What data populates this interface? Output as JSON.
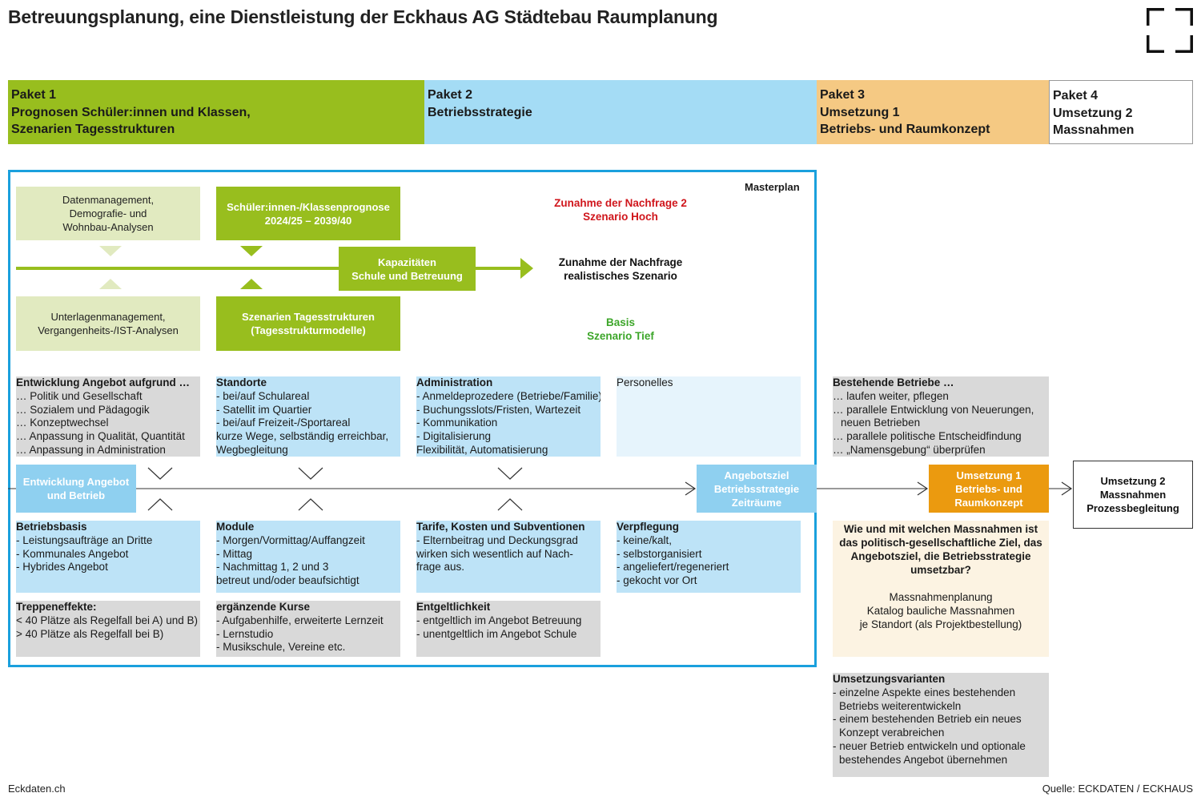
{
  "title": "Betreuungsplanung, eine Dienstleistung der Eckhaus AG Städtebau Raumplanung",
  "pakete": [
    {
      "lines": [
        "Paket 1",
        "Prognosen Schüler:innen und Klassen,",
        "Szenarien Tagesstrukturen"
      ],
      "color": "#98be1e"
    },
    {
      "lines": [
        "Paket 2",
        "Betriebsstrategie"
      ],
      "color": "#a4dcf5"
    },
    {
      "lines": [
        "Paket 3",
        "Umsetzung 1",
        "Betriebs- und Raumkonzept"
      ],
      "color": "#f5c983"
    },
    {
      "lines": [
        "Paket 4",
        "Umsetzung 2",
        "Massnahmen"
      ],
      "color": "#ffffff"
    }
  ],
  "masterplan": {
    "label": "Masterplan",
    "datenmanagement": [
      "Datenmanagement,",
      "Demografie- und",
      "Wohnbau-Analysen"
    ],
    "unterlagenmanagement": [
      "Unterlagenmanagement,",
      "Vergangenheits-/IST-Analysen"
    ],
    "prognose": [
      "Schüler:innen-/Klassenprognose",
      "2024/25 – 2039/40"
    ],
    "szenarien": [
      "Szenarien Tagesstrukturen",
      "(Tagesstrukturmodelle)"
    ],
    "kapazitaeten": [
      "Kapazitäten",
      "Schule und Betreuung"
    ],
    "scenario_high": [
      "Zunahme der Nachfrage 2",
      "Szenario Hoch"
    ],
    "scenario_real": [
      "Zunahme der Nachfrage",
      "realistisches Szenario"
    ],
    "scenario_low": [
      "Basis",
      "Szenario Tief"
    ],
    "colors": {
      "high": "#d0161c",
      "low": "#3da62a",
      "frame": "#1aa0dd"
    }
  },
  "upper_blocks": [
    {
      "heading": "Entwicklung Angebot aufgrund …",
      "lines": [
        "… Politik und Gesellschaft",
        "… Sozialem und Pädagogik",
        "… Konzeptwechsel",
        "… Anpassung in Qualität, Quantität",
        "… Anpassung in Administration"
      ]
    },
    {
      "heading": "Standorte",
      "lines": [
        "- bei/auf Schulareal",
        "- Satellit im Quartier",
        "- bei/auf Freizeit-/Sportareal",
        "kurze Wege, selbständig erreichbar,",
        "Wegbegleitung"
      ]
    },
    {
      "heading": "Administration",
      "lines": [
        "- Anmeldeprozedere (Betriebe/Familie)",
        "- Buchungsslots/Fristen, Wartezeit",
        "- Kommunikation",
        "- Digitalisierung",
        "Flexibilität, Automatisierung"
      ]
    },
    {
      "heading": "",
      "lines": [
        "Personelles"
      ]
    },
    {
      "heading": "Bestehende Betriebe …",
      "lines": [
        "… laufen weiter, pflegen",
        "… parallele Entwicklung von Neuerungen,",
        "     neuen Betrieben",
        "… parallele politische Entscheidfindung",
        "… „Namensgebung“ überprüfen"
      ]
    }
  ],
  "flow": {
    "entwicklung": [
      "Entwicklung Angebot",
      "und Betrieb"
    ],
    "angebotsziel": [
      "Angebotsziel",
      "Betriebsstrategie",
      "Zeiträume"
    ],
    "umsetzung1": [
      "Umsetzung 1",
      "Betriebs- und",
      "Raumkonzept"
    ],
    "umsetzung2": [
      "Umsetzung 2",
      "Massnahmen",
      "Prozessbegleitung"
    ]
  },
  "lower_blocks": [
    {
      "heading": "Betriebsbasis",
      "lines": [
        "- Leistungsaufträge an Dritte",
        "- Kommunales Angebot",
        "- Hybrides Angebot"
      ]
    },
    {
      "heading": "Module",
      "lines": [
        "- Morgen/Vormittag/Auffangzeit",
        "- Mittag",
        "- Nachmittag 1, 2 und 3",
        "betreut und/oder beaufsichtigt"
      ]
    },
    {
      "heading": "Tarife, Kosten und Subventionen",
      "lines": [
        "- Elternbeitrag und Deckungsgrad",
        "wirken sich wesentlich auf Nach-",
        "frage aus."
      ]
    },
    {
      "heading": "Verpflegung",
      "lines": [
        "- keine/kalt,",
        "- selbstorganisiert",
        "- angeliefert/regeneriert",
        "- gekocht vor Ort"
      ]
    }
  ],
  "bottom_blocks": [
    {
      "heading": "Treppeneffekte:",
      "lines": [
        "< 40 Plätze als Regelfall bei A) und B)",
        "> 40 Plätze als Regelfall bei B)"
      ]
    },
    {
      "heading": "ergänzende Kurse",
      "lines": [
        "- Aufgabenhilfe, erweiterte Lernzeit",
        "- Lernstudio",
        "- Musikschule, Vereine etc."
      ]
    },
    {
      "heading": "Entgeltlichkeit",
      "lines": [
        "- entgeltlich im Angebot Betreuung",
        "- unentgeltlich im Angebot Schule"
      ]
    }
  ],
  "question": {
    "heading": [
      "Wie und mit welchen Massnahmen ist",
      "das politisch-gesellschaftliche Ziel, das",
      "Angebotsziel, die Betriebsstrategie",
      "umsetzbar?"
    ],
    "lines": [
      "Massnahmenplanung",
      "Katalog bauliche Massnahmen",
      "je Standort (als Projektbestellung)"
    ]
  },
  "varianten": {
    "heading": "Umsetzungsvarianten",
    "lines": [
      "- einzelne Aspekte eines bestehenden",
      "  Betriebs weiterentwickeln",
      "- einem bestehenden Betrieb ein neues",
      "  Konzept verabreichen",
      "- neuer Betrieb entwickeln und optionale",
      "  bestehendes Angebot übernehmen"
    ]
  },
  "footer": {
    "left": "Eckdaten.ch",
    "right": "Quelle: ECKDATEN / ECKHAUS"
  },
  "logo_icon": "bracket-corners-logo"
}
